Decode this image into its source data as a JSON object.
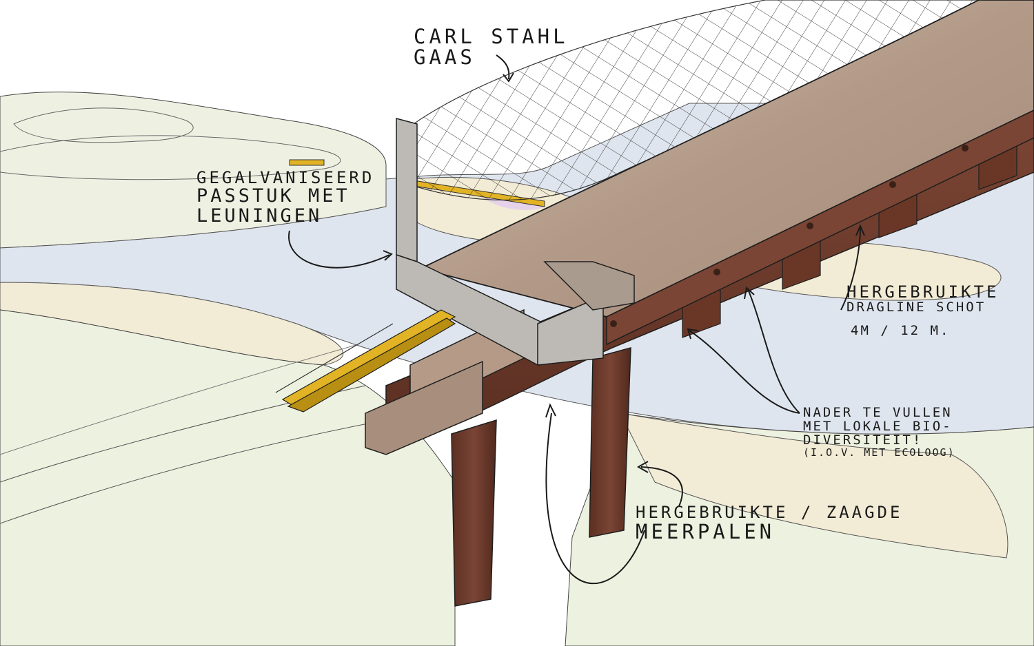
{
  "annotations": {
    "gaas": {
      "line1": "Carl Stahl",
      "line2": "Gaas"
    },
    "passtuk": {
      "line1": "Gegalvaniseerd",
      "line2": "Passtuk met",
      "line3": "Leuningen"
    },
    "schot": {
      "line1": "Hergebruikte",
      "line2": "Dragline schot",
      "line3": "4M / 12 M."
    },
    "biodiversiteit": {
      "line1": "Nader te vullen",
      "line2": "met lokale bio-",
      "line3": "diversiteit!",
      "line4": "(i.o.v. met ecoloog)"
    },
    "meerpalen": {
      "line1": "Hergebruikte / zaagde",
      "line2": "meerpalen"
    }
  },
  "colors": {
    "water": "#dfe6f0",
    "land": "#edf1df",
    "sand": "#f3ecd6",
    "wood_deck": "#b49a87",
    "wood_beam": "#6f3c2c",
    "galvanized": "#b9b6b1",
    "yellow_track": "#e1b325",
    "ink": "#1a1a1a"
  }
}
